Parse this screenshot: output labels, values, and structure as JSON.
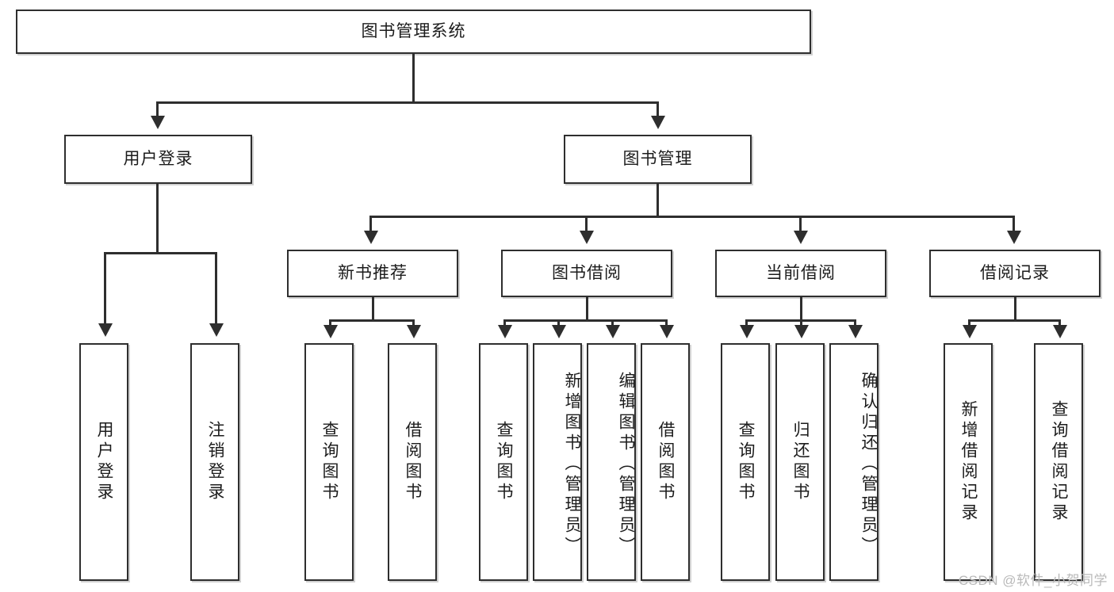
{
  "diagram": {
    "title": "图书管理系统",
    "type": "hierarchy-tree",
    "root": {
      "label": "图书管理系统"
    },
    "level2": [
      {
        "label": "用户登录"
      },
      {
        "label": "图书管理"
      }
    ],
    "level3": [
      {
        "label": "新书推荐",
        "parent": "图书管理"
      },
      {
        "label": "图书借阅",
        "parent": "图书管理"
      },
      {
        "label": "当前借阅",
        "parent": "图书管理"
      },
      {
        "label": "借阅记录",
        "parent": "图书管理"
      }
    ],
    "leaves": {
      "user_login": [
        {
          "label": "用户登录"
        },
        {
          "label": "注销登录"
        }
      ],
      "new_book": [
        {
          "label": "查询图书"
        },
        {
          "label": "借阅图书"
        }
      ],
      "book_borrow": [
        {
          "label": "查询图书"
        },
        {
          "label": "新增图书（管理员）"
        },
        {
          "label": "编辑图书（管理员）"
        },
        {
          "label": "借阅图书"
        }
      ],
      "current_borrow": [
        {
          "label": "查询图书"
        },
        {
          "label": "归还图书"
        },
        {
          "label": "确认归还（管理员）"
        }
      ],
      "borrow_record": [
        {
          "label": "新增借阅记录"
        },
        {
          "label": "查询借阅记录"
        }
      ]
    }
  },
  "watermark": {
    "text": "CSDN @软件_小贺同学"
  },
  "colors": {
    "stroke": "#2e2e2e",
    "fill": "#ffffff",
    "text": "#1c1c1c",
    "watermark": "#b9b9b9"
  }
}
